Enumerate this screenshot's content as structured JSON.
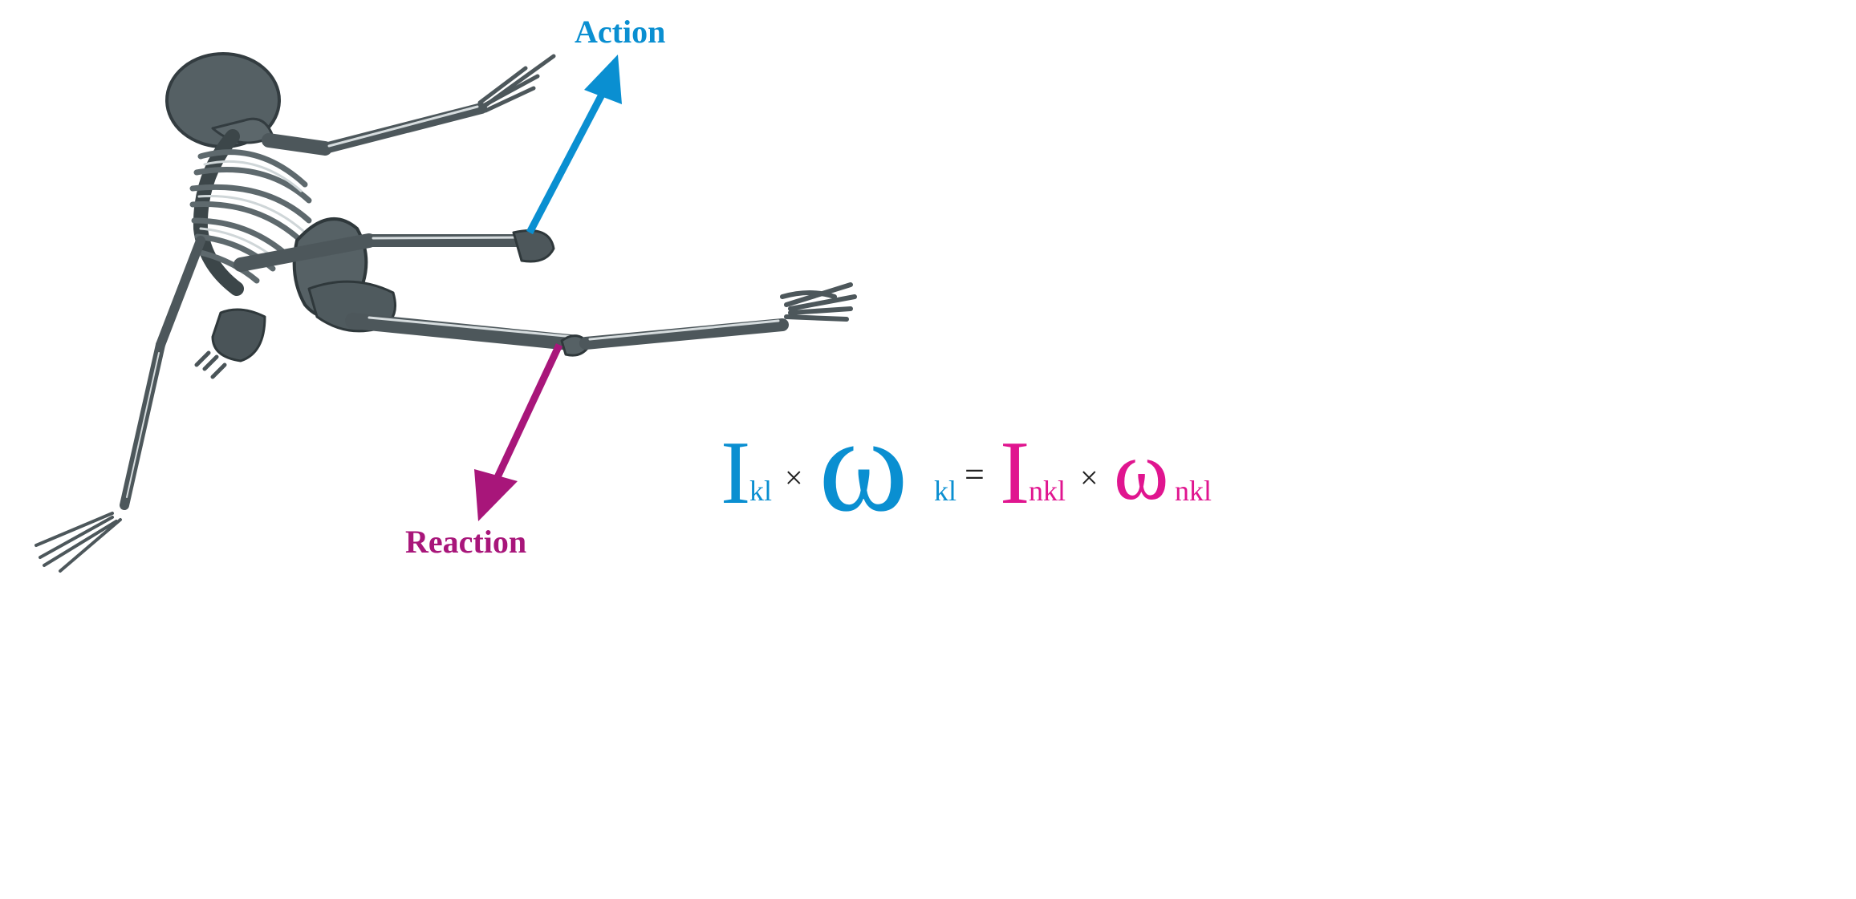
{
  "labels": {
    "action": "Action",
    "reaction": "Reaction"
  },
  "equation": {
    "I_symbol": "I",
    "omega_symbol": "ω",
    "times": "×",
    "equals": "=",
    "sub_kl": "kl",
    "sub_nkl": "nkl"
  },
  "colors": {
    "action": "#0a8fd1",
    "reaction": "#a8167a",
    "equation_right": "#e0158f",
    "skeleton": "#4d575b"
  }
}
